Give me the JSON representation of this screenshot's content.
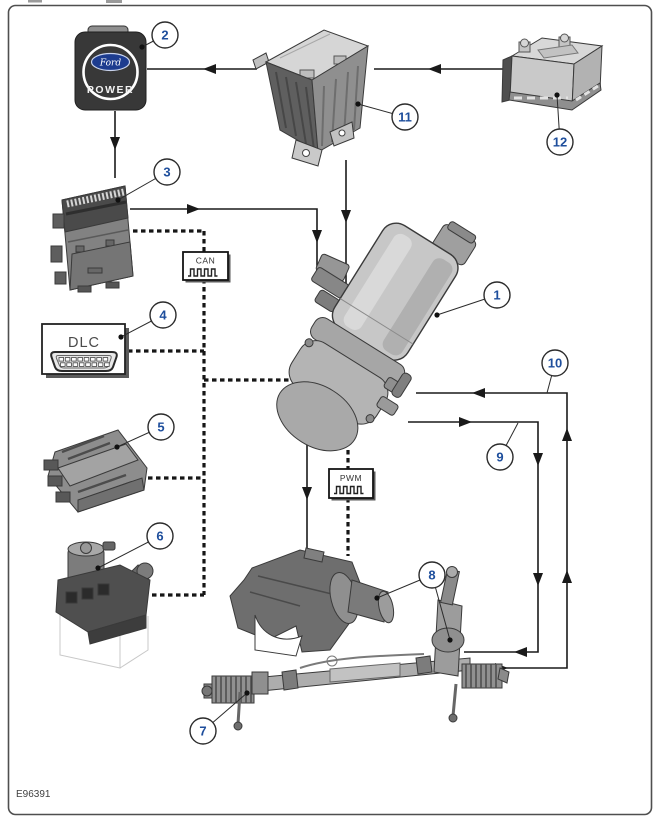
{
  "figure": {
    "drawing_code": "E96391",
    "bus_boxes": {
      "can_label": "CAN",
      "pwm_label": "PWM"
    },
    "dlc_connector": {
      "label": "DLC"
    },
    "start_button": {
      "brand_script": "Ford",
      "label": "POWER"
    },
    "callouts": [
      {
        "number": "1"
      },
      {
        "number": "2"
      },
      {
        "number": "3"
      },
      {
        "number": "4"
      },
      {
        "number": "5"
      },
      {
        "number": "6"
      },
      {
        "number": "7"
      },
      {
        "number": "8"
      },
      {
        "number": "9"
      },
      {
        "number": "10"
      },
      {
        "number": "11"
      },
      {
        "number": "12"
      }
    ],
    "colors": {
      "callout_number_blue": "#1e4e9c",
      "ford_oval_blue": "#1d3c8f",
      "line_black": "#1a1a1a",
      "component_gray": "#8d8d8d"
    }
  }
}
